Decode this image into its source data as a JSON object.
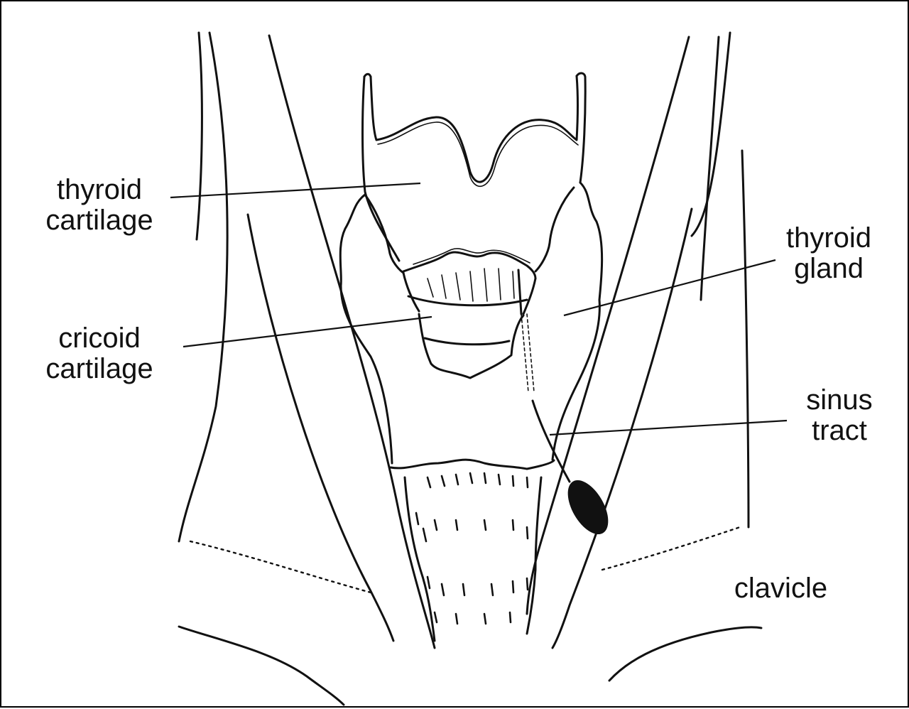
{
  "labels": {
    "thyroid_cartilage": [
      "thyroid",
      "cartilage"
    ],
    "cricoid_cartilage": [
      "cricoid",
      "cartilage"
    ],
    "thyroid_gland": [
      "thyroid",
      "gland"
    ],
    "sinus_tract": [
      "sinus",
      "tract"
    ],
    "clavicle": "clavicle"
  },
  "colors": {
    "ink": "#111111",
    "background": "#ffffff"
  }
}
